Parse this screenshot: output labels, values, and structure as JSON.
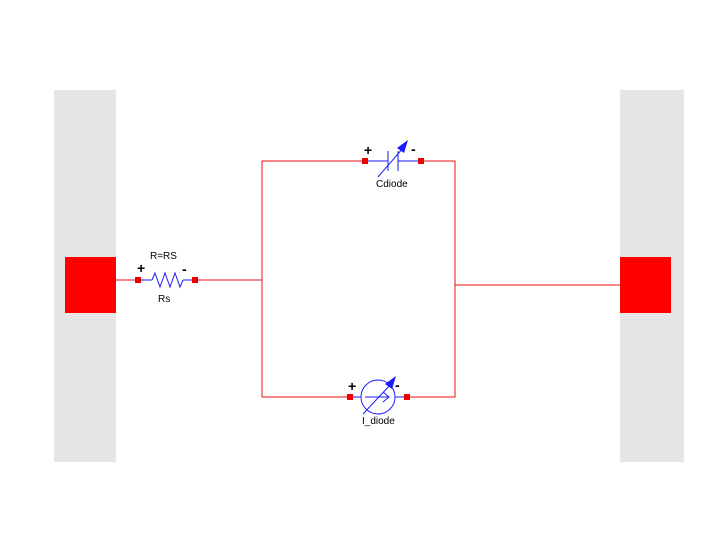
{
  "colors": {
    "wire": "#ee1111",
    "component": "#1a1aff",
    "port": "#ff0000",
    "panel": "#e6e6e6",
    "pin": "#ee0000"
  },
  "resistor": {
    "name": "Rs",
    "param": "R=RS",
    "plus": "+",
    "minus": "-"
  },
  "capacitor": {
    "name": "Cdiode",
    "plus": "+",
    "minus": "-",
    "icon": "variable-capacitor-icon"
  },
  "current_source": {
    "name": "I_diode",
    "plus": "+",
    "minus": "-",
    "icon": "variable-current-source-icon"
  },
  "ports": [
    {
      "name": "left-port",
      "icon": "port-connector-icon"
    },
    {
      "name": "right-port",
      "icon": "port-connector-icon"
    }
  ]
}
